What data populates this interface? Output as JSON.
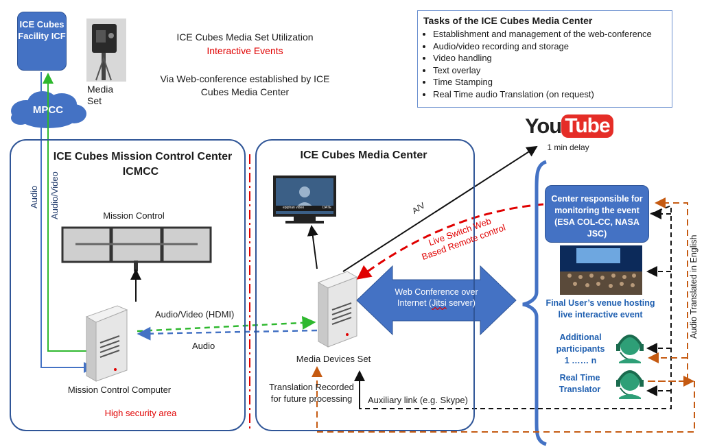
{
  "icf": {
    "label": "ICE Cubes Facility ICF"
  },
  "media_set": {
    "label": "Media Set"
  },
  "header": {
    "title": "ICE Cubes Media Set Utilization",
    "subtitle": "Interactive Events",
    "via": "Via Web-conference established by ICE Cubes Media Center"
  },
  "mpcc": {
    "label": "MPCC"
  },
  "tasks": {
    "title": "Tasks of the ICE Cubes Media Center",
    "items": [
      "Establishment  and management of the web-conference",
      "Audio/video recording and storage",
      "Video handling",
      "Text overlay",
      "Time Stamping",
      "Real Time audio Translation (on request)"
    ]
  },
  "youtube": {
    "you": "You",
    "tube": "Tube",
    "delay": "1 min delay"
  },
  "icmcc": {
    "title": "ICE Cubes Mission Control Center",
    "short": "ICMCC",
    "mission_control": "Mission Control",
    "computer": "Mission Control Computer",
    "security": "High security area"
  },
  "media_center": {
    "title": "ICE Cubes Media Center",
    "screen_brand": "epiphan video",
    "screen_date": "DATE",
    "devices": "Media Devices Set",
    "translation_note": "Translation Recorded for future processing",
    "aux_link": "Auxiliary link (e.g. Skype)"
  },
  "links": {
    "audio": "Audio",
    "audio_video": "Audio/Video",
    "audio_video_hdmi": "Audio/Video (HDMI)",
    "audio_h": "Audio",
    "av": "A/V",
    "live_switch": "Live Switch Web Based Remote control",
    "web_conference_pre": "Web Conference over Internet (",
    "web_conference_jitsi": "Jitsi",
    "web_conference_post": "  server)",
    "audio_translated": "Audio Translated in English"
  },
  "right": {
    "center_box": "Center responsible for monitoring the event (ESA COL-CC, NASA JSC)",
    "venue": "Final User’s venue hosting live interactive event",
    "additional": "Additional participants 1 …… n",
    "translator": "Real Time Translator"
  },
  "colors": {
    "blue": "#4472c4",
    "dark_blue": "#2f5597",
    "green": "#2eb82e",
    "orange": "#c55a11",
    "red": "#e00000",
    "youtube_red": "#e52d27"
  }
}
